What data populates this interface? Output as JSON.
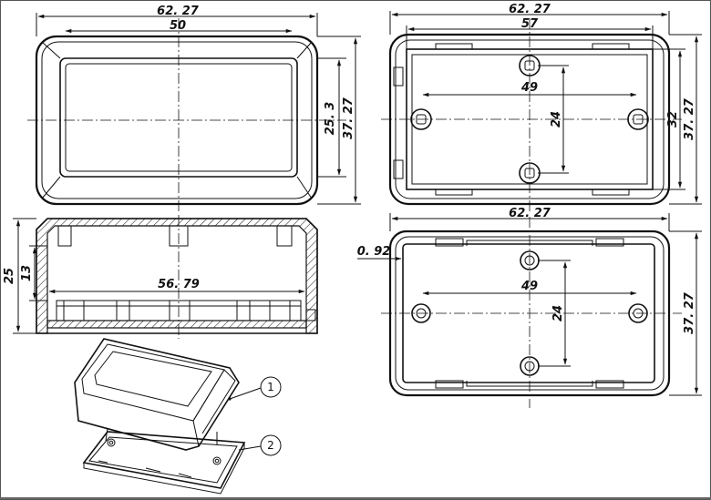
{
  "dimensions": {
    "front_top": {
      "overall_width": "62. 27",
      "inner_width": "50",
      "inner_height": "25. 3",
      "overall_height": "37. 27"
    },
    "top_right": {
      "overall_width": "62. 27",
      "inner_width": "57",
      "hole_spacing_x": "49",
      "hole_spacing_y": "24",
      "inner_height": "32",
      "overall_height": "37. 27"
    },
    "section": {
      "overall_height": "25",
      "inner_height": "13",
      "inner_width": "56. 79"
    },
    "bottom_right": {
      "overall_width": "62. 27",
      "wall": "0. 92",
      "hole_spacing_x": "49",
      "hole_spacing_y": "24",
      "overall_height": "37. 27"
    }
  },
  "callouts": [
    "1",
    "2"
  ]
}
